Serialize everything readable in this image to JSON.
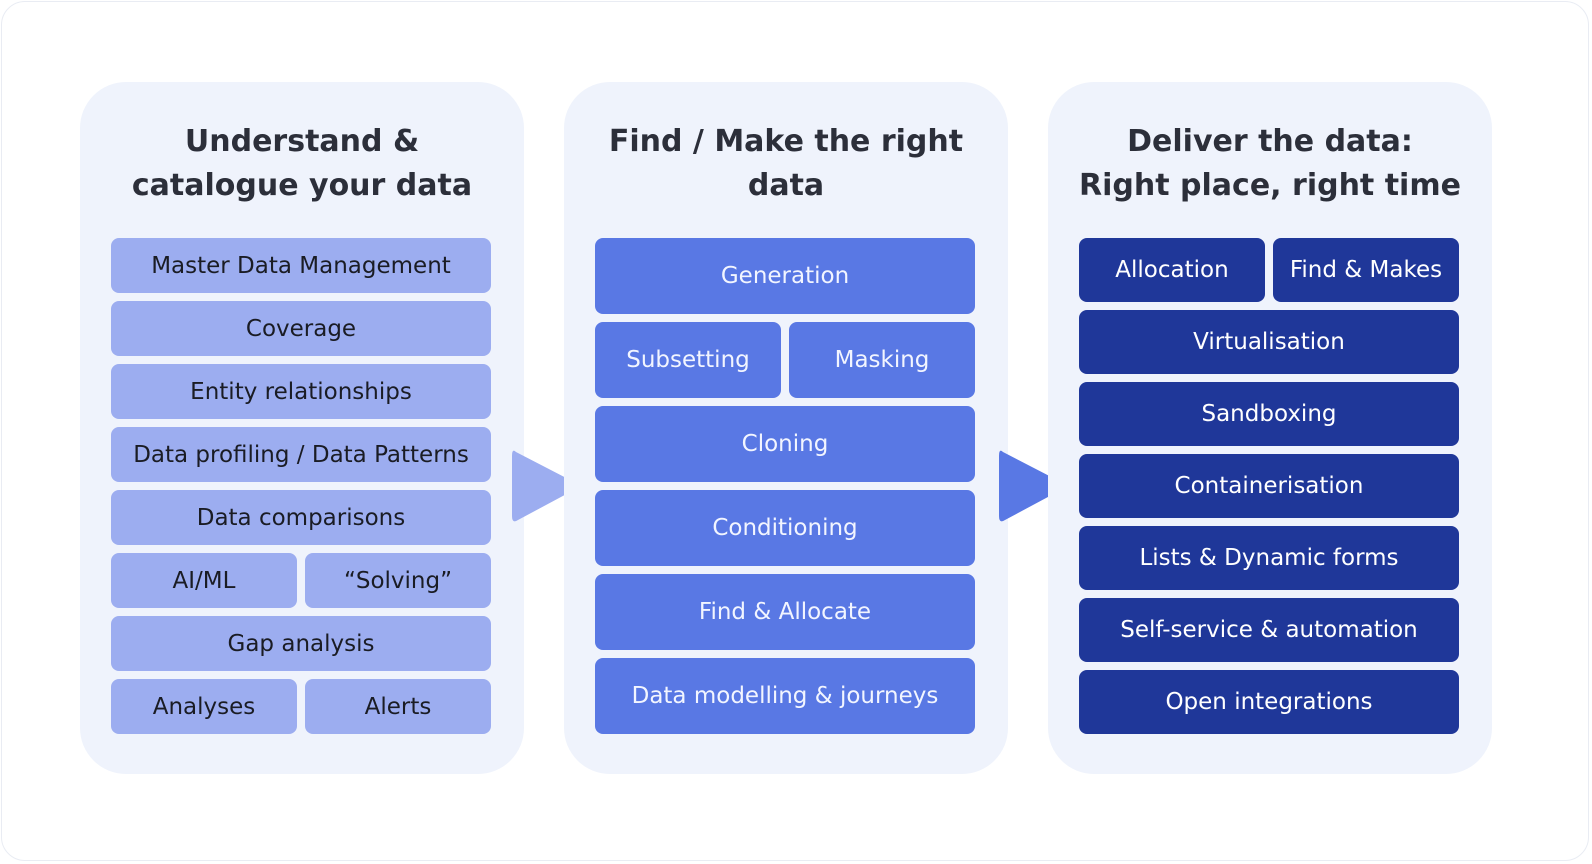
{
  "colors": {
    "panel_bg": "#eff3fc",
    "tile_light": "#9cadf0",
    "tile_medium": "#5978e4",
    "tile_dark": "#1f3799",
    "arrow_light": "#9cadf0",
    "arrow_medium": "#5978e4"
  },
  "columns": [
    {
      "title": "Understand & catalogue your data",
      "rows": [
        [
          "Master Data Management"
        ],
        [
          "Coverage"
        ],
        [
          "Entity relationships"
        ],
        [
          "Data profiling / Data Patterns"
        ],
        [
          "Data comparisons"
        ],
        [
          "AI/ML",
          "“Solving”"
        ],
        [
          "Gap analysis"
        ],
        [
          "Analyses",
          "Alerts"
        ]
      ]
    },
    {
      "title": "Find / Make the right data",
      "rows": [
        [
          "Generation"
        ],
        [
          "Subsetting",
          "Masking"
        ],
        [
          "Cloning"
        ],
        [
          "Conditioning"
        ],
        [
          "Find & Allocate"
        ],
        [
          "Data modelling & journeys"
        ]
      ]
    },
    {
      "title": "Deliver the data: Right place, right time",
      "rows": [
        [
          "Allocation",
          "Find & Makes"
        ],
        [
          "Virtualisation"
        ],
        [
          "Sandboxing"
        ],
        [
          "Containerisation"
        ],
        [
          "Lists & Dynamic forms"
        ],
        [
          "Self-service & automation"
        ],
        [
          "Open integrations"
        ]
      ]
    }
  ],
  "arrows": [
    {
      "from": "Understand & catalogue your data",
      "to": "Find / Make the right data",
      "color": "#9cadf0"
    },
    {
      "from": "Find / Make the right data",
      "to": "Deliver the data: Right place, right time",
      "color": "#5978e4"
    }
  ]
}
